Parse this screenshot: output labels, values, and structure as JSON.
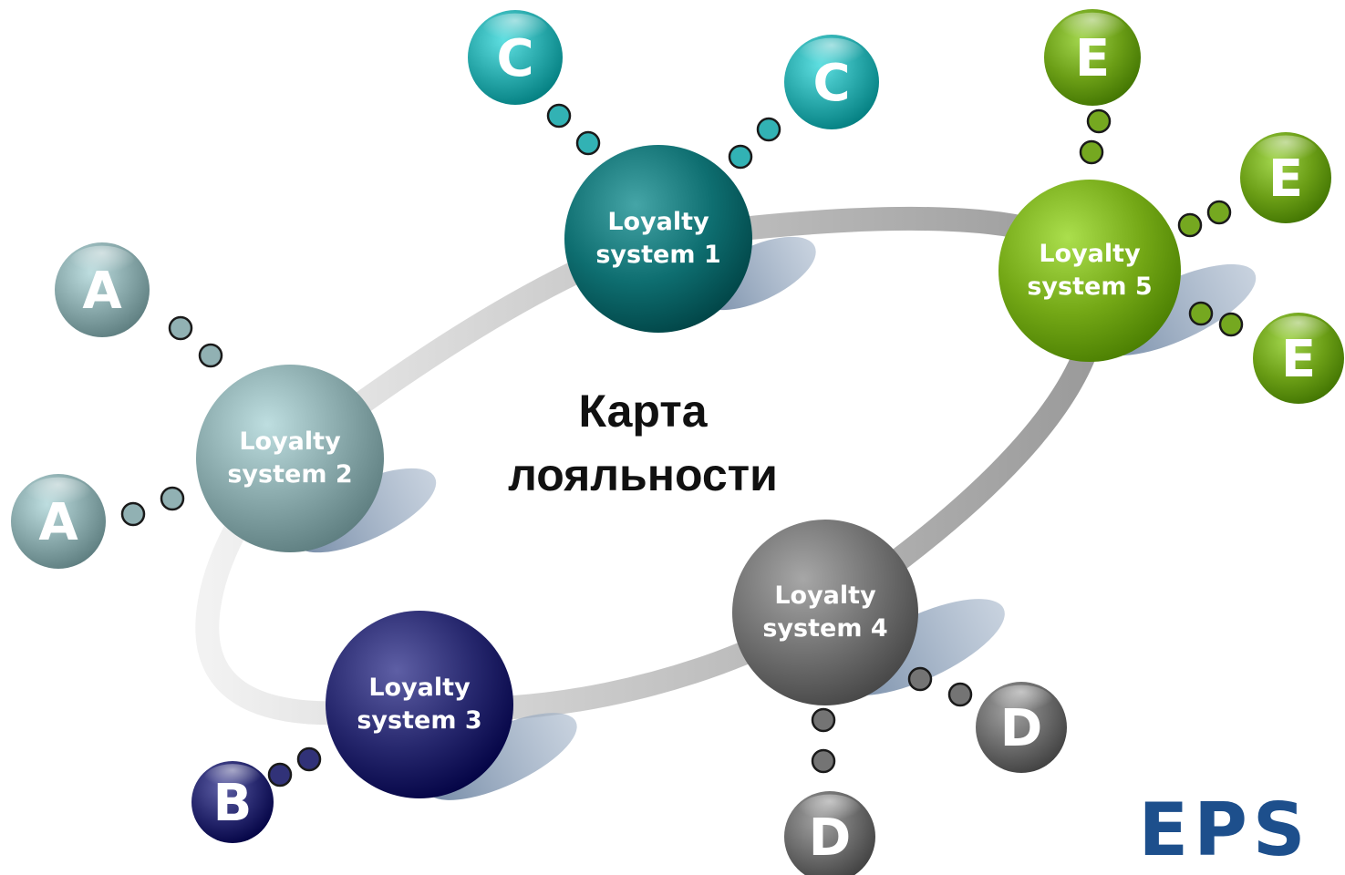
{
  "title": {
    "line1": "Карта",
    "line2": "лояльности"
  },
  "logo": {
    "text": "EPS",
    "color": "#1d4f8c"
  },
  "systems": [
    {
      "id": "s1",
      "line1": "Loyalty",
      "line2": "system 1",
      "color": "#0e6e70"
    },
    {
      "id": "s2",
      "line1": "Loyalty",
      "line2": "system 2",
      "color": "#87a7a9"
    },
    {
      "id": "s3",
      "line1": "Loyalty",
      "line2": "system 3",
      "color": "#27286e"
    },
    {
      "id": "s4",
      "line1": "Loyalty",
      "line2": "system 4",
      "color": "#707070"
    },
    {
      "id": "s5",
      "line1": "Loyalty",
      "line2": "system 5",
      "color": "#74a816"
    }
  ],
  "satellites": [
    {
      "system": "s1",
      "letter": "C",
      "color": "#28a8aa"
    },
    {
      "system": "s1",
      "letter": "C",
      "color": "#28a8aa"
    },
    {
      "system": "s2",
      "letter": "A",
      "color": "#87a7a9"
    },
    {
      "system": "s2",
      "letter": "A",
      "color": "#87a7a9"
    },
    {
      "system": "s3",
      "letter": "B",
      "color": "#27286e"
    },
    {
      "system": "s4",
      "letter": "D",
      "color": "#6a6a6a"
    },
    {
      "system": "s4",
      "letter": "D",
      "color": "#6a6a6a"
    },
    {
      "system": "s5",
      "letter": "E",
      "color": "#6b9e16"
    },
    {
      "system": "s5",
      "letter": "E",
      "color": "#6b9e16"
    },
    {
      "system": "s5",
      "letter": "E",
      "color": "#6b9e16"
    }
  ]
}
